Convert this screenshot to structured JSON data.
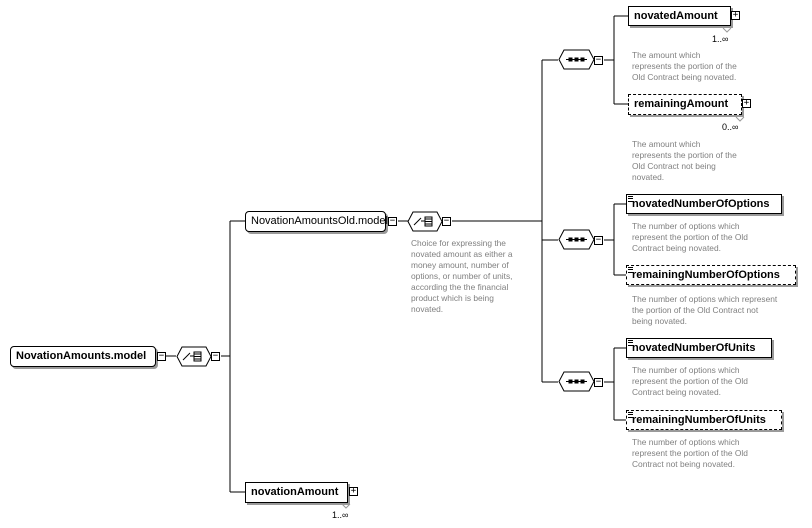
{
  "nodes": {
    "root": "NovationAmounts.model",
    "amounts_old_model": "NovationAmountsOld.model",
    "novation_amount": "novationAmount",
    "novated_amount": "novatedAmount",
    "remaining_amount": "remainingAmount",
    "novated_number_of_options": "novatedNumberOfOptions",
    "remaining_number_of_options": "remainingNumberOfOptions",
    "novated_number_of_units": "novatedNumberOfUnits",
    "remaining_number_of_units": "remainingNumberOfUnits"
  },
  "cardinality": {
    "novated_amount": "1..∞",
    "remaining_amount": "0..∞",
    "novation_amount": "1..∞"
  },
  "annotations": {
    "choice": "Choice for expressing the\nnovated amount as either a\nmoney amount, number of\noptions, or number of units,\naccording the the financial\nproduct which is being\nnovated.",
    "novated_amount": "The amount which\nrepresents the portion of the\nOld Contract being novated.",
    "remaining_amount": "The amount which\nrepresents the portion of the\nOld Contract not being\nnovated.",
    "novated_number_of_options": "The number of options which\nrepresent the portion of the Old\nContract being novated.",
    "remaining_number_of_options": "The number of options which represent\nthe portion of the Old Contract not\nbeing novated.",
    "novated_number_of_units": "The number of options which\nrepresent the portion of the Old\nContract being novated.",
    "remaining_number_of_units": "The number of options which\nrepresent the portion of the Old\nContract not being novated."
  },
  "icons": {
    "collapse": "−",
    "expand": "+"
  }
}
